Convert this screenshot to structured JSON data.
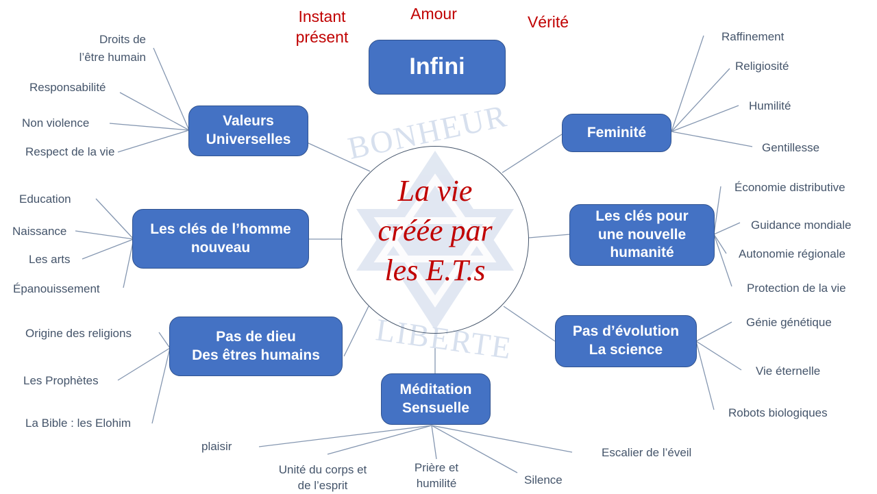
{
  "center": {
    "title": "La vie\ncréée par\nles E.T.s",
    "watermark": {
      "top_text": "BONHEUR",
      "bottom_text": "LIBERTE"
    }
  },
  "top_words": [
    "Instant\nprésent",
    "Amour",
    "Vérité"
  ],
  "branches": {
    "infini": {
      "label": "Infini",
      "items": []
    },
    "valeurs": {
      "label": "Valeurs\nUniverselles",
      "items": [
        "Droits de\nl’être humain",
        "Responsabilité",
        "Non violence",
        "Respect de la vie"
      ]
    },
    "homme": {
      "label": "Les clés de l’homme\nnouveau",
      "items": [
        "Education",
        "Naissance",
        "Les arts",
        "Épanouissement"
      ]
    },
    "dieu": {
      "label": "Pas de dieu\nDes êtres humains",
      "items": [
        "Origine des religions",
        "Les Prophètes",
        "La Bible : les Elohim"
      ]
    },
    "meditation": {
      "label": "Méditation\nSensuelle",
      "items": [
        "plaisir",
        "Unité du corps et\nde l’esprit",
        "Prière et\nhumilité",
        "Silence",
        "Escalier de l’éveil"
      ]
    },
    "evolution": {
      "label": "Pas d’évolution\nLa science",
      "items": [
        "Génie génétique",
        "Vie éternelle",
        "Robots biologiques"
      ]
    },
    "humanite": {
      "label": "Les clés pour\nune nouvelle\nhumanité",
      "items": [
        "Économie distributive",
        "Guidance mondiale",
        "Autonomie régionale",
        "Protection de la vie"
      ]
    },
    "feminite": {
      "label": "Feminité",
      "items": [
        "Raffinement",
        "Religiosité",
        "Humilité",
        "Gentillesse"
      ]
    }
  },
  "colors": {
    "node_fill": "#4472c4",
    "node_border": "#2f528f",
    "accent_red": "#c00000",
    "leaf_text": "#44546a",
    "watermark": "#d7e0ee"
  }
}
